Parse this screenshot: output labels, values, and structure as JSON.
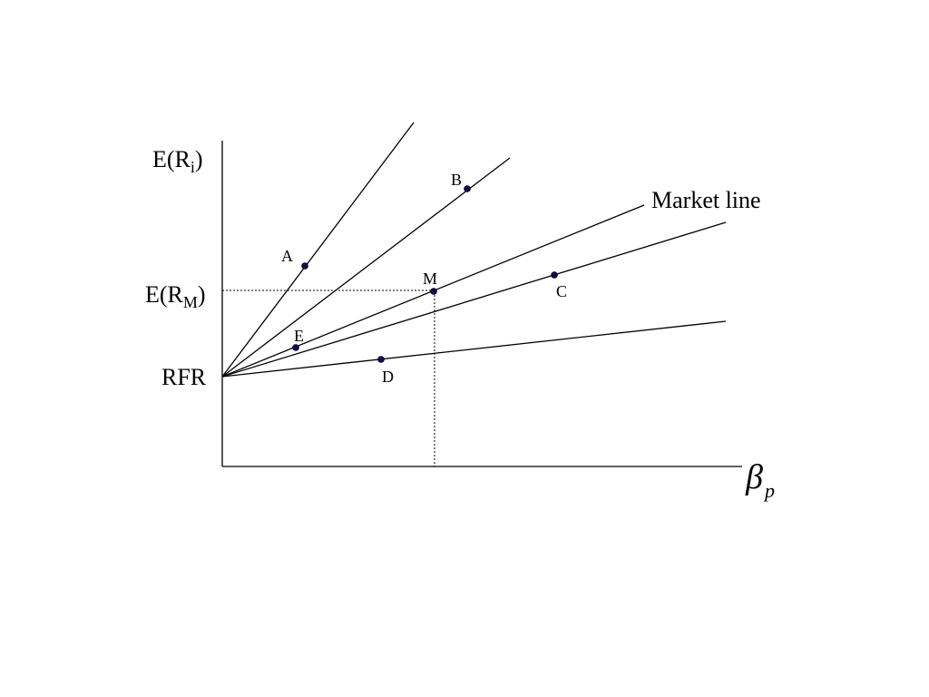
{
  "y_axis": {
    "label_main": "E(R",
    "label_sub": "i",
    "label_close": ")"
  },
  "x_axis": {
    "label_main": "β",
    "label_sub": "p"
  },
  "levels": {
    "market_return": {
      "main": "E(R",
      "sub": "M",
      "close": ")"
    },
    "risk_free": "RFR"
  },
  "market_line_label": "Market line",
  "points": {
    "A": "A",
    "B": "B",
    "C": "C",
    "D": "D",
    "E": "E",
    "M": "M"
  },
  "colors": {
    "line": "#000000",
    "point_fill": "#0b0b5e",
    "point_stroke": "#000000"
  }
}
